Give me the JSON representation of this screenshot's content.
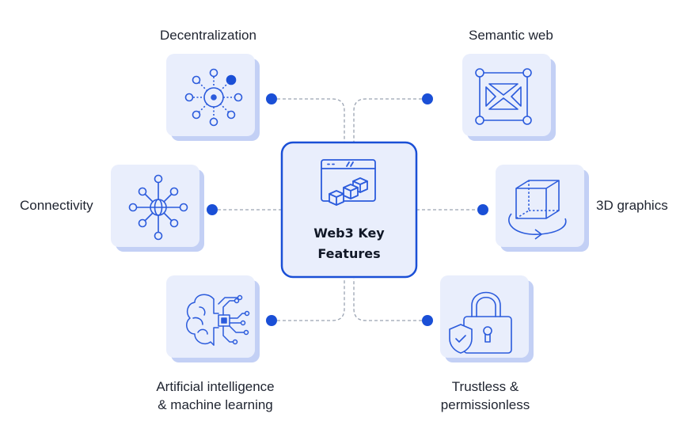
{
  "diagram": {
    "center": {
      "line1": "Web3 Key",
      "line2": "Features",
      "icon": "browser-cubes-icon"
    },
    "features": [
      {
        "id": "decentralization",
        "label_lines": [
          "Decentralization"
        ],
        "icon": "decentralized-network-icon"
      },
      {
        "id": "semantic-web",
        "label_lines": [
          "Semantic web"
        ],
        "icon": "semantic-nodes-icon"
      },
      {
        "id": "connectivity",
        "label_lines": [
          "Connectivity"
        ],
        "icon": "globe-network-icon"
      },
      {
        "id": "3d-graphics",
        "label_lines": [
          "3D graphics"
        ],
        "icon": "3d-cube-rotate-icon"
      },
      {
        "id": "ai-ml",
        "label_lines": [
          "Artificial intelligence",
          "& machine learning"
        ],
        "icon": "brain-chip-icon"
      },
      {
        "id": "trustless",
        "label_lines": [
          "Trustless &",
          "permissionless"
        ],
        "icon": "padlock-shield-icon"
      }
    ]
  },
  "colors": {
    "accent": "#1a4fd6",
    "icon_stroke": "#2b5bdc",
    "card_fill": "#e9eefc",
    "card_shadow": "#c3d0f5",
    "connector": "#9aa3b2"
  }
}
